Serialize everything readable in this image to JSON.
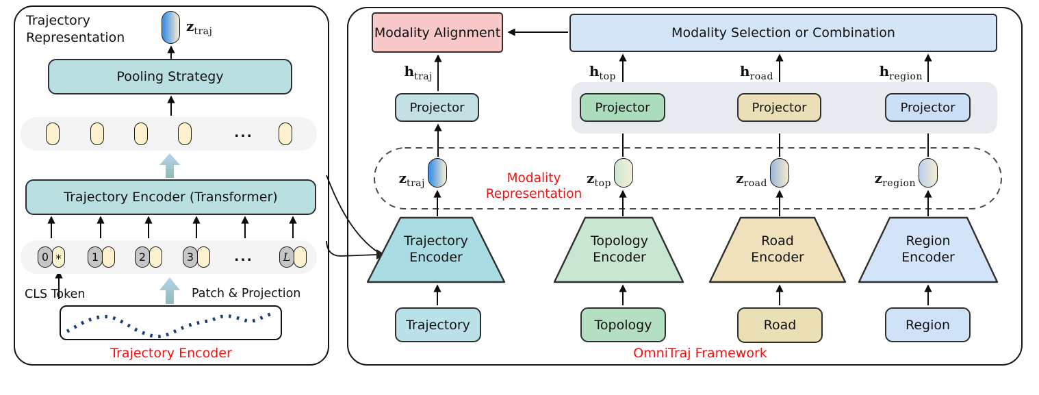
{
  "figure": {
    "left_panel": {
      "title": "Trajectory\nRepresentation",
      "z_label": {
        "base": "z",
        "sub": "traj"
      },
      "pooling_label": "Pooling Strategy",
      "row1_ellipsis": "...",
      "transformer_label": "Trajectory Encoder (Transformer)",
      "row2_ellipsis": "...",
      "pairs": [
        {
          "num": "0",
          "tok": "*"
        },
        {
          "num": "1",
          "tok": ""
        },
        {
          "num": "2",
          "tok": ""
        },
        {
          "num": "3",
          "tok": ""
        },
        {
          "num": "L",
          "tok": ""
        }
      ],
      "cls_label": "CLS Token",
      "patch_label": "Patch & Projection",
      "caption": "Trajectory Encoder"
    },
    "right_panel": {
      "alignment_label": "Modality Alignment",
      "selection_label": "Modality Selection or Combination",
      "modality_rep_label": "Modality\nRepresentation",
      "caption": "OmniTraj Framework",
      "columns": [
        {
          "h_base": "h",
          "h_sub": "traj",
          "projector": "Projector",
          "z_base": "z",
          "z_sub": "traj",
          "encoder": "Trajectory\nEncoder",
          "input": "Trajectory"
        },
        {
          "h_base": "h",
          "h_sub": "top",
          "projector": "Projector",
          "z_base": "z",
          "z_sub": "top",
          "encoder": "Topology\nEncoder",
          "input": "Topology"
        },
        {
          "h_base": "h",
          "h_sub": "road",
          "projector": "Projector",
          "z_base": "z",
          "z_sub": "road",
          "encoder": "Road\nEncoder",
          "input": "Road"
        },
        {
          "h_base": "h",
          "h_sub": "region",
          "projector": "Projector",
          "z_base": "z",
          "z_sub": "region",
          "encoder": "Region\nEncoder",
          "input": "Region"
        }
      ]
    },
    "colors": {
      "teal_box": "#badfe1",
      "token_bg": "#f4f4f5",
      "yellow_token": "#fcf2d0",
      "gray_token": "#c6c6c6",
      "pink_box": "#f9c8c9",
      "blue_box": "#d5e5f8",
      "gray_band": "#e7eaee",
      "proj_teal": "#c3e1e4",
      "proj_green": "#abdcbb",
      "proj_tan": "#ebdfb8",
      "proj_blue": "#cbdff6",
      "trap_teal": "#aadde3",
      "trap_green": "#c8e6d2",
      "trap_tan": "#eee1bb",
      "trap_blue": "#d3e4f8",
      "input_teal": "#bae1e7",
      "input_green": "#b5dfc3",
      "input_tan": "#eadfb5",
      "input_blue": "#cfe2f8",
      "accent_red": "#fb0d0d",
      "trajectory_dots": "#1d3f6f",
      "z_blue": "#4292e6",
      "cream": "#eee9d2"
    }
  }
}
